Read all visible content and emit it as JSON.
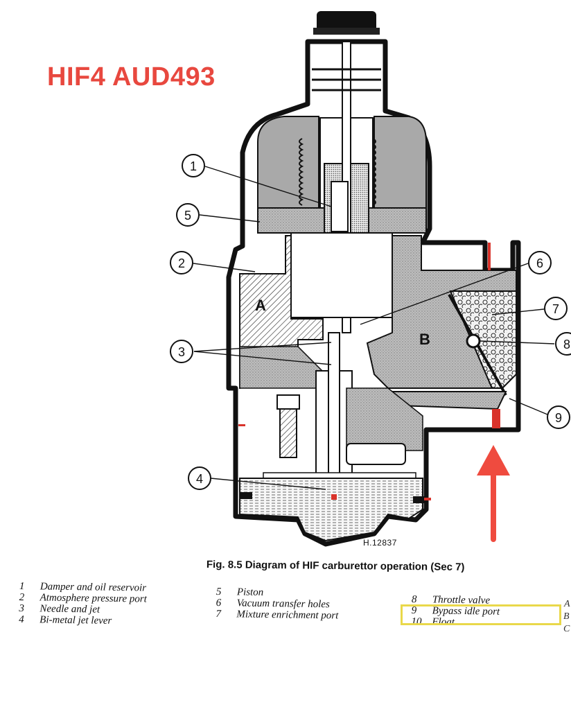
{
  "title": "HIF4 AUD493",
  "drawing_number": "H.12837",
  "caption": "Fig. 8.5 Diagram of HIF carburettor operation (Sec 7)",
  "chamber_labels": {
    "a": "A",
    "b": "B"
  },
  "callouts": [
    "1",
    "2",
    "3",
    "4",
    "5",
    "6",
    "7",
    "8",
    "9"
  ],
  "legend": {
    "col1": [
      {
        "num": "1",
        "text": "Damper and oil reservoir"
      },
      {
        "num": "2",
        "text": "Atmosphere pressure port"
      },
      {
        "num": "3",
        "text": "Needle and jet"
      },
      {
        "num": "4",
        "text": "Bi-metal jet lever"
      }
    ],
    "col2": [
      {
        "num": "5",
        "text": "Piston"
      },
      {
        "num": "6",
        "text": "Vacuum transfer holes"
      },
      {
        "num": "7",
        "text": "Mixture enrichment port"
      }
    ],
    "col3": [
      {
        "num": "8",
        "text": "Throttle valve"
      },
      {
        "num": "9",
        "text": "Bypass idle port"
      },
      {
        "num": "10",
        "text": "Float"
      }
    ],
    "edge_fragments": [
      "A",
      "B",
      "C"
    ]
  },
  "colors": {
    "title": "#e8483f",
    "arrow": "#ef4b3f",
    "highlight": "#e9d84a",
    "hatch": "#222222",
    "stipple": "#9a9a9a"
  }
}
